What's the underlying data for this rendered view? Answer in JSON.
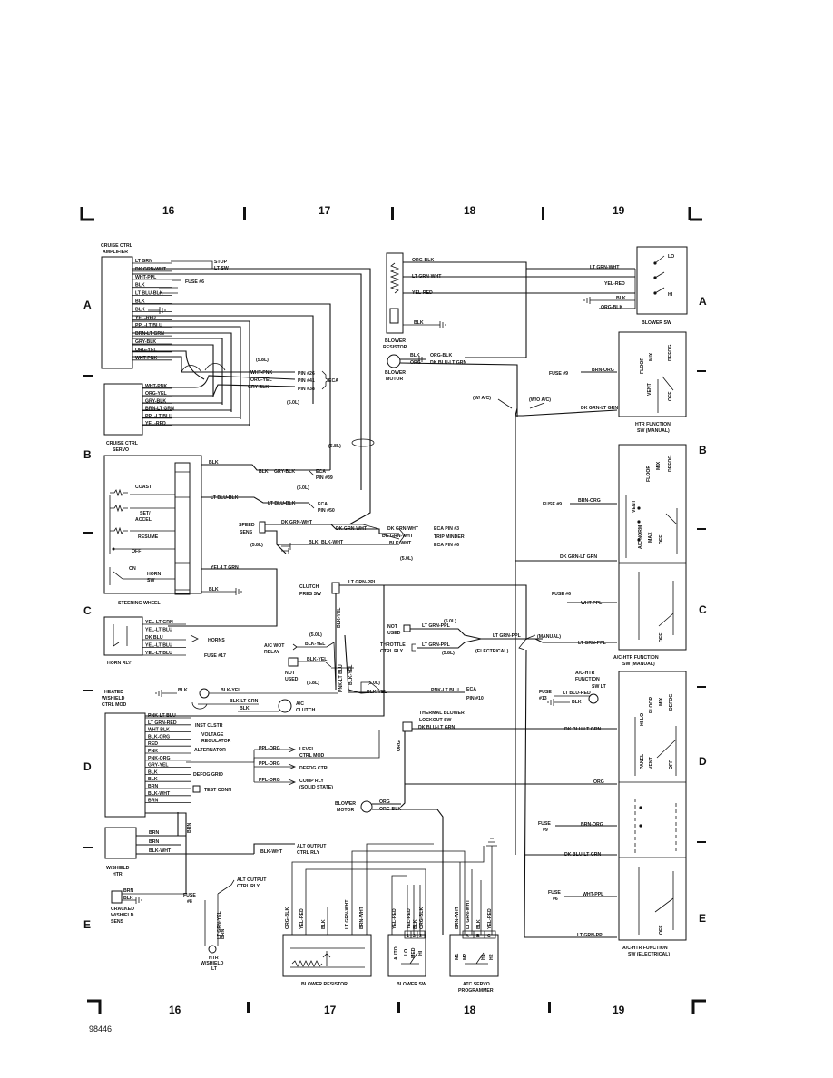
{
  "zones": [
    "16",
    "17",
    "18",
    "19"
  ],
  "rows": [
    "A",
    "B",
    "C",
    "D",
    "E"
  ],
  "figure_id": "98446",
  "cruise_amp": {
    "title1": "CRUISE CTRL",
    "title2": "AMPLIFIER",
    "wires": [
      "LT GRN",
      "DK GRN-WHT",
      "WHT-PPL",
      "BLK",
      "LT BLU-BLK",
      "BLK",
      "BLK",
      "YEL-RED",
      "PPL-LT BLU",
      "BRN-LT GRN",
      "GRY-BLK",
      "ORG-YEL",
      "WHT-PNK"
    ],
    "stop_sw": "STOP",
    "stop_sw2": "LT SW",
    "fuse": "FUSE #6"
  },
  "cruise_servo": {
    "title1": "CRUISE CTRL",
    "title2": "SERVO",
    "wires": [
      "WHT-PNK",
      "ORG-YEL",
      "GRY-BLK",
      "BRN-LT GRN",
      "PPL-LT BLU",
      "YEL-RED"
    ]
  },
  "eca_a": {
    "wires": [
      "WHT-PNK",
      "ORG-YEL",
      "GRY-BLK"
    ],
    "pins": [
      "PIN #26",
      "PIN #41",
      "PIN #38"
    ],
    "label": "ECA",
    "note1": "(5.8L)",
    "note2": "(5.0L)"
  },
  "blower_motor_resistor": {
    "title1": "BLOWER",
    "title2": "RESISTOR",
    "wires": [
      "ORG-BLK",
      "LT GRN-WHT",
      "YEL-RED",
      "BLK"
    ],
    "motor1": "BLOWER",
    "motor2": "MOTOR",
    "motor_wires": [
      "BLK",
      "ORG-BLK",
      "ORG",
      "DK BLU-LT GRN"
    ]
  },
  "blower_sw": {
    "title": "BLOWER SW",
    "wires": [
      "LT GRN-WHT",
      "YEL-RED",
      "BLK",
      "ORG-BLK"
    ],
    "lo": "LO",
    "hi": "HI"
  },
  "htr_function": {
    "title1": "HTR FUNCTION",
    "title2": "SW (MANUAL)",
    "fuse": "FUSE #9",
    "wires": [
      "BRN-ORG",
      "DK GRN-LT GRN"
    ],
    "positions": [
      "FLOOR",
      "MIX",
      "DEFOG",
      "VENT",
      "OFF"
    ],
    "wac": "(W/ A/C)",
    "woac": "(W/O A/C)"
  },
  "speed_ctrl": {
    "blk": "BLK",
    "gry_blk": "GRY-BLK",
    "eca39": "ECA",
    "pin39": "PIN #39",
    "lt_blu_blk": "LT BLU-BLK",
    "eca50": "ECA",
    "pin50": "PIN #50",
    "note50": "(5.0L)",
    "note58": "(5.8L)",
    "coast": "COAST",
    "set": "SET/",
    "accel": "ACCEL",
    "resume": "RESUME",
    "off": "OFF",
    "on": "ON",
    "horn_sw": "HORN",
    "horn_sw2": "SW",
    "yel_lt_grn": "YEL-LT GRN",
    "steering": "STEERING WHEEL"
  },
  "speed_sens": {
    "title1": "SPEED",
    "title2": "SENS",
    "wires": [
      "DK GRN-WHT",
      "DK GRN-WHT",
      "BLK",
      "BLK-WHT",
      "DK GRN-WHT",
      "BLK-WHT"
    ],
    "eca3": "ECA PIN #3",
    "trip": "TRIP MINDER",
    "eca6": "ECA PIN #6",
    "n58": "(5.8L)",
    "n50": "(5.0L)"
  },
  "horn_rly": {
    "title": "HORN RLY",
    "wires": [
      "YEL-LT GRN",
      "YEL-LT BLU",
      "DK BLU",
      "YEL-LT BLU",
      "YEL-LT BLU"
    ],
    "horns": "HORNS",
    "fuse": "FUSE #17"
  },
  "clutch": {
    "title1": "CLUTCH",
    "title2": "PRES SW",
    "wires": [
      "LT GRN-PPL",
      "BLK-YEL"
    ],
    "not_used": "NOT",
    "not_used2": "USED",
    "throttle1": "THROTTLE",
    "throttle2": "CTRL RLY",
    "n50": "(5.0L)",
    "n58": "(5.8L)",
    "electrical": "(ELECTRICAL)",
    "manual": "(MANUAL)"
  },
  "ac_wot": {
    "title1": "A/C WOT",
    "title2": "RELAY",
    "blk_yel": "BLK-YEL",
    "n50": "(5.0L)",
    "n58": "(5.8L)",
    "pnk_lt_blu": "PNK-LT BLU",
    "eca10": "ECA",
    "pin10": "PIN #10",
    "not_used": "NOT",
    "not_used2": "USED",
    "clutch1": "A/C",
    "clutch2": "CLUTCH",
    "blk": "BLK",
    "blk_yel2": "BLK-YEL",
    "blk_lt": "BLK-LT GRN"
  },
  "ac_htr_manual": {
    "title1": "A/C-HTR FUNCTION",
    "title2": "SW (MANUAL)",
    "fuse9": "FUSE #9",
    "brn_org": "BRN-ORG",
    "fuse6": "FUSE #6",
    "wht_ppl": "WHT-PPL",
    "dk_grn": "DK GRN-LT GRN",
    "lt_grn_ppl": "LT GRN-PPL",
    "positions": [
      "FLOOR",
      "MIX",
      "DEFOG",
      "VENT",
      "A/C NORM",
      "MAX",
      "OFF",
      "OFF"
    ]
  },
  "ac_htr_lt": {
    "title1": "A/C-HTR",
    "title2": "FUNCTION",
    "title3": "SW LT",
    "fuse13": "FUSE",
    "fuse13b": "#13",
    "wires": [
      "LT BLU-RED",
      "BLK"
    ]
  },
  "heated_shield": {
    "title1": "HEATED",
    "title2": "W/SHIELD",
    "title3": "CTRL MOD",
    "wires": [
      "PNK-LT BLU",
      "LT GRN-RED",
      "WHT-BLK",
      "BLK-ORG",
      "RED",
      "PNK",
      "PNK-ORG",
      "GRY-YEL",
      "BLK",
      "BLK",
      "BRN",
      "BLK-WHT",
      "BRN"
    ],
    "inst_clstr": "INST CLSTR",
    "voltage": "VOLTAGE",
    "regulator": "REGULATOR",
    "alternator": "ALTERNATOR",
    "defog_grid": "DEFOG GRID",
    "test_conn": "TEST CONN"
  },
  "level_ctrl": {
    "ppl_org": "PPL-ORG",
    "level1": "LEVEL",
    "level2": "CTRL MOD",
    "defog_ctrl": "DEFOG CTRL",
    "comp1": "COMP RLY",
    "comp2": "(SOLID STATE)"
  },
  "thermal": {
    "title1": "THERMAL BLOWER",
    "title2": "LOCKOUT SW",
    "wire": "DK BLU-LT GRN",
    "org": "ORG"
  },
  "ws_htr": {
    "title1": "W/SHIELD",
    "title2": "HTR",
    "wires": [
      "BRN",
      "BRN",
      "BLK-WHT"
    ],
    "blk_wht": "BLK-WHT"
  },
  "cracked": {
    "title1": "CRACKED",
    "title2": "W/SHIELD",
    "title3": "SENS",
    "wires": [
      "BRN",
      "BLK"
    ]
  },
  "alt_output": {
    "t1": "ALT OUTPUT",
    "t2": "CTRL RLY",
    "t3": "ALT OUTPUT",
    "t4": "CTRL RLY"
  },
  "htr_lt": {
    "t1": "HTR",
    "t2": "W/SHIELD",
    "t3": "LT",
    "fuse": "FUSE",
    "fuse8": "#8",
    "wires": [
      "LT GRN-YEL",
      "BRN"
    ]
  },
  "blower_motor2": {
    "t1": "BLOWER",
    "t2": "MOTOR",
    "wires": [
      "ORG",
      "ORG-BLK"
    ]
  },
  "blower_resistor2": {
    "title": "BLOWER RESISTOR",
    "wires": [
      "ORG-BLK",
      "YEL-RED",
      "BLK",
      "LT GRN-WHT",
      "BRN-WHT"
    ]
  },
  "blower_sw2": {
    "title": "BLOWER SW",
    "wires": [
      "YEL-RED",
      "YEL-RED",
      "BLK",
      "ORG-BLK"
    ],
    "nums": [
      "1",
      "2",
      "3"
    ],
    "pos": [
      "AUTO",
      "LO",
      "MED",
      "HI"
    ]
  },
  "atc_servo": {
    "t1": "ATC SERVO",
    "t2": "PROGRAMMER",
    "wires": [
      "BRN-WHT",
      "LT GRN-WHT",
      "BLK",
      "YEL-RED"
    ],
    "letters": [
      "A",
      "B",
      "C"
    ],
    "pos": [
      "M1",
      "M2",
      "H1",
      "H2"
    ]
  },
  "ac_htr_elec": {
    "title1": "A/C-HTR FUNCTION",
    "title2": "SW (ELECTRICAL)",
    "dk_blu": "DK BLU-LT GRN",
    "org": "ORG",
    "fuse9": "FUSE",
    "fuse9b": "#9",
    "brn_org": "BRN-ORG",
    "dk_blu2": "DK BLU-LT GRN",
    "fuse6": "FUSE",
    "fuse6b": "#6",
    "wht_ppl": "WHT-PPL",
    "lt_grn_ppl": "LT GRN-PPL",
    "positions": [
      "HI-LO",
      "FLOOR",
      "MIX",
      "DEFOG",
      "PANEL",
      "VENT",
      "OFF",
      "OFF"
    ]
  }
}
